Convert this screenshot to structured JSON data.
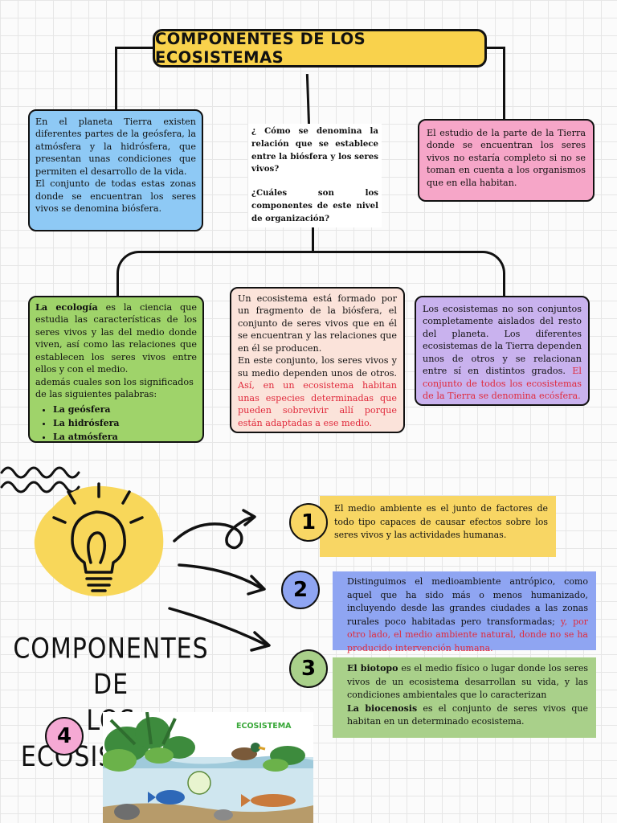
{
  "title": "COMPONENTES DE LOS ECOSISTEMAS",
  "left_box": {
    "p1": "En el planeta Tierra existen diferentes partes de la geósfera, la atmósfera y la hidrósfera, que presentan unas condiciones que permiten el desarrollo de la vida.",
    "p2": "El conjunto de todas estas zonas donde se encuentran los seres vivos se denomina biósfera."
  },
  "center_questions": {
    "q1": "¿ Cómo se denomina la relación que se establece entre la biósfera y los seres vivos?",
    "q2": "¿Cuáles son los componentes de este nivel de organización?"
  },
  "right_box": {
    "text": "El estudio de la parte de la Tierra donde se encuentran los seres vivos no estaría completo si no se toman en cuenta a los organismos que en ella habitan."
  },
  "ecologia_box": {
    "bold": "La ecología",
    "text": " es la ciencia que estudia las características de los seres vivos y las del medio donde viven, así como las relaciones que establecen los seres vivos entre ellos y con el medio.",
    "text2": "además cuales son los significados de las siguientes palabras:",
    "words": [
      "La geósfera",
      "La hidrósfera",
      "La atmósfera"
    ]
  },
  "ecosistema_box": {
    "p1": "Un ecosistema está formado por un fragmento de la biósfera, el conjunto de seres vivos que en él se encuentran y las relaciones que en él se producen.",
    "p2": "En este conjunto, los seres vivos y su medio dependen unos de otros. ",
    "p2_red": "Así, en un ecosistema habitan unas especies determinadas que pueden sobrevivir allí porque están adaptadas a ese medio."
  },
  "ecosfera_box": {
    "text": "Los ecosistemas no son conjuntos completamente aislados del resto del planeta. Los diferentes ecosistemas de la Tierra dependen unos de otros y se relacionan entre sí en distintos grados. ",
    "red": "El conjunto de todos los ecosistemas de la Tierra se denomina ecósfera."
  },
  "facts": [
    {
      "num": "1",
      "text": "El medio ambiente es el junto de factores de todo tipo capaces de causar efectos sobre los seres vivos y las actividades humanas."
    },
    {
      "num": "2",
      "text": "Distinguimos el medioambiente antrópico, como aquel que ha sido más o menos humanizado, incluyendo desde las grandes ciudades a las zonas rurales poco habitadas pero transformadas; ",
      "red": "y, por otro lado, el medio ambiente natural, donde no se ha producido intervención humana."
    },
    {
      "num": "3",
      "bold1": "El biotopo",
      "text1": " es el medio físico o lugar donde los seres vivos de un ecosistema desarrollan su vida, y las condiciones ambientales que lo caracterizan",
      "bold2": "La biocenosis",
      "text2": " es el conjunto de seres vivos que habitan en un determinado ecosistema."
    },
    {
      "num": "4"
    }
  ],
  "big_title": {
    "line1": "COMPONENTES DE",
    "line2": "LOS ECOSISTEMAS"
  },
  "image": {
    "label": "ECOSISTEMA"
  },
  "colors": {
    "title_yellow": "#f9d24c",
    "blue": "#8ec9f5",
    "pink": "#f6a6c8",
    "green": "#9fd36a",
    "peach": "#fbe3da",
    "lavender": "#c9b2ee",
    "fact_yellow": "#f8d664",
    "fact_blue": "#8fa5f2",
    "fact_green": "#a9d08a",
    "circle_pink": "#f5a9d4",
    "red_text": "#e02a3c"
  }
}
